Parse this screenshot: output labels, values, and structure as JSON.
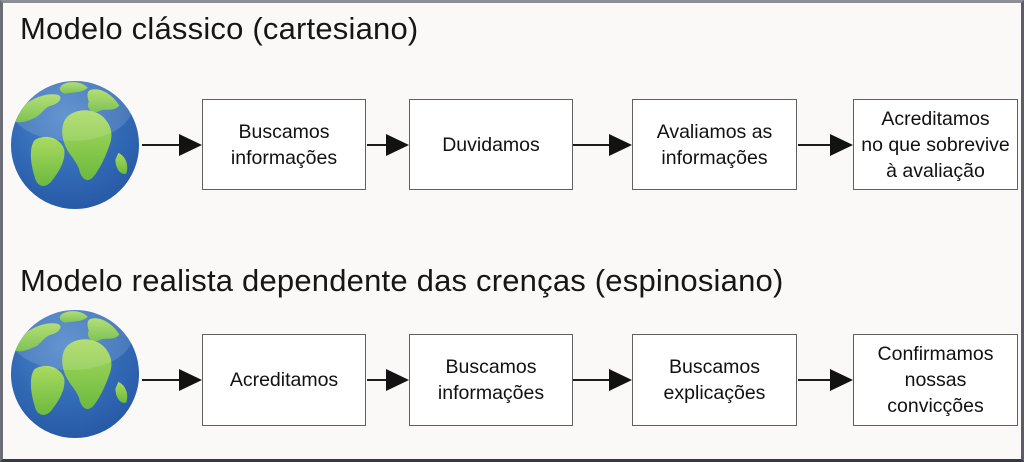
{
  "colors": {
    "canvas_background": "#faf9f7",
    "frame_border": "#5c5c66",
    "box_background": "#ffffff",
    "box_border": "#606060",
    "arrow": "#121212",
    "text": "#111111",
    "globe_ocean": "#3168b4",
    "globe_land": "#7fc241"
  },
  "icons": {
    "globe": "earth-globe-icon"
  },
  "diagrams": [
    {
      "title": "Modelo clássico (cartesiano)",
      "steps": [
        "Buscamos\ninformações",
        "Duvidamos",
        "Avaliamos as\ninformações",
        "Acreditamos\nno que sobrevive\nà avaliação"
      ]
    },
    {
      "title": "Modelo realista dependente das crenças (espinosiano)",
      "steps": [
        "Acreditamos",
        "Buscamos\ninformações",
        "Buscamos\nexplicações",
        "Confirmamos\nnossas\nconvicções"
      ]
    }
  ]
}
